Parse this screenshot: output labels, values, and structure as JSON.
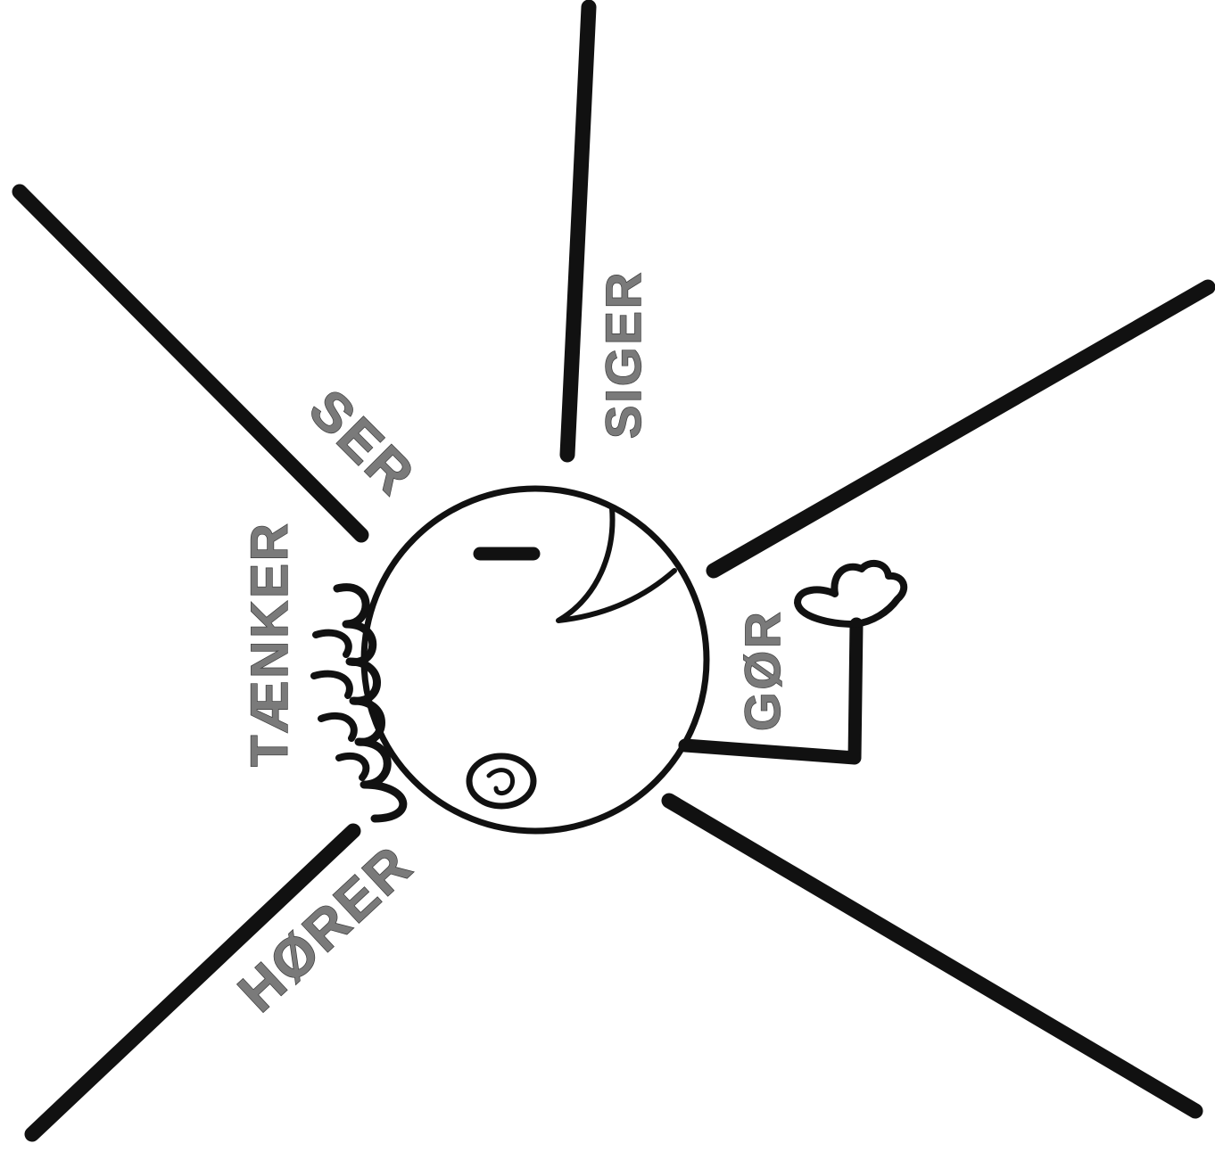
{
  "diagram": {
    "labels": {
      "sees": "SER",
      "says": "SIGER",
      "thinks": "TÆNKER",
      "does": "GØR",
      "hears": "HØRER"
    },
    "colors": {
      "ink": "#111111",
      "label_fill": "#7a7a7a",
      "label_outline": "#3a3a3a",
      "background": "#ffffff"
    }
  }
}
